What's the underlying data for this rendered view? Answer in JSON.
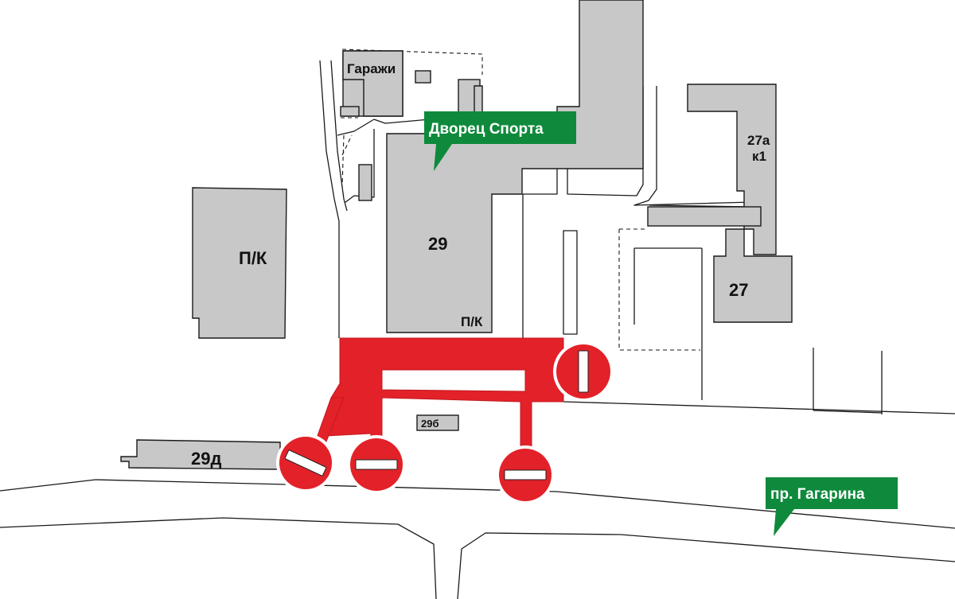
{
  "labels": {
    "garages": "Гаражи",
    "palace": "Дворец Спорта",
    "b29": "29",
    "pk_29": "П/К",
    "pk_left": "П/К",
    "b27a": "27а",
    "b27a_k": "к1",
    "b27": "27",
    "b29d": "29д",
    "b29b": "29б",
    "street": "пр. Гагарина"
  },
  "colors": {
    "closed_zone": "#e32129",
    "callout": "#0f8a3c",
    "building": "#c8c8c8"
  },
  "signs": [
    "no-entry",
    "no-entry",
    "no-entry",
    "no-entry"
  ]
}
